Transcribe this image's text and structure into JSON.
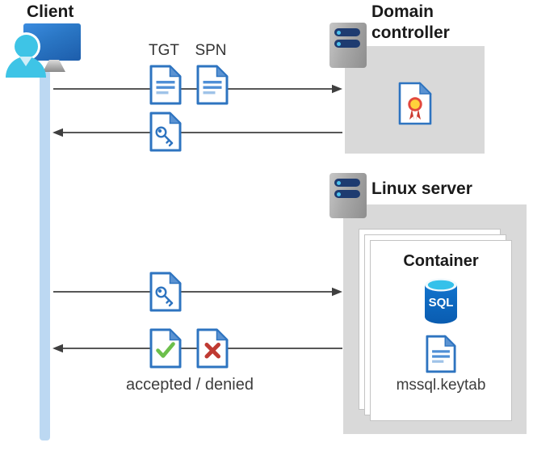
{
  "diagram": {
    "client": {
      "label": "Client"
    },
    "domain_controller": {
      "label": "Domain controller"
    },
    "linux_server": {
      "label": "Linux server"
    },
    "container": {
      "label": "Container",
      "sql_label": "SQL",
      "keytab_label": "mssql.keytab"
    },
    "messages": {
      "tgt_label": "TGT",
      "spn_label": "SPN",
      "accepted_denied_label": "accepted / denied"
    },
    "colors": {
      "document_border_blue": "#2e74c0",
      "document_fold_blue": "#5b93d2",
      "lifeline_blue": "#bcd8f2",
      "panel_gray": "#d9d9d9",
      "arrow_gray": "#3f3f3f",
      "accepted_green": "#6cbf4b",
      "denied_red": "#bf3a32",
      "sql_blue": "#0c66c2",
      "monitor_blue": "#2a76c4",
      "person_cyan": "#3ec4e6",
      "server_pill_navy": "#1e3b70",
      "certificate_red": "#e2483d",
      "certificate_yellow": "#ffd23b"
    }
  }
}
